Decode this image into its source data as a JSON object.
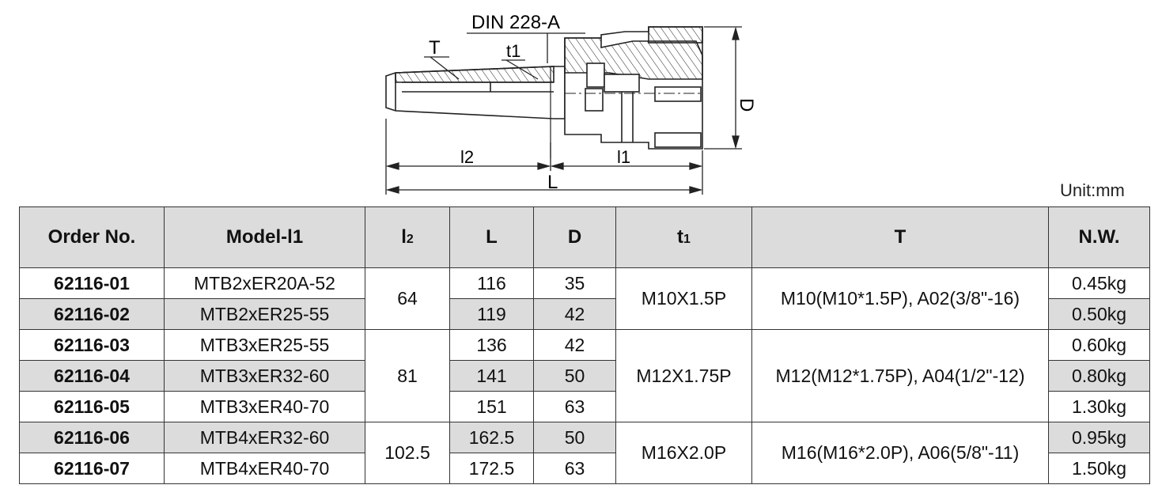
{
  "drawing": {
    "label_din": "DIN 228-A",
    "label_T": "T",
    "label_t1": "t1",
    "label_D": "D",
    "label_l2": "l2",
    "label_l1": "l1",
    "label_L": "L"
  },
  "unit_text": "Unit:mm",
  "table": {
    "headers": {
      "order": "Order No.",
      "model": "Model-l1",
      "l2_main": "l",
      "l2_sub": "2",
      "L": "L",
      "D": "D",
      "t1_main": "t",
      "t1_sub": "1",
      "T": "T",
      "nw": "N.W."
    },
    "rows": [
      {
        "order": "62116-01",
        "model": "MTB2xER20A-52",
        "L": "116",
        "D": "35",
        "nw": "0.45kg"
      },
      {
        "order": "62116-02",
        "model": "MTB2xER25-55",
        "L": "119",
        "D": "42",
        "nw": "0.50kg"
      },
      {
        "order": "62116-03",
        "model": "MTB3xER25-55",
        "L": "136",
        "D": "42",
        "nw": "0.60kg"
      },
      {
        "order": "62116-04",
        "model": "MTB3xER32-60",
        "L": "141",
        "D": "50",
        "nw": "0.80kg"
      },
      {
        "order": "62116-05",
        "model": "MTB3xER40-70",
        "L": "151",
        "D": "63",
        "nw": "1.30kg"
      },
      {
        "order": "62116-06",
        "model": "MTB4xER32-60",
        "L": "162.5",
        "D": "50",
        "nw": "0.95kg"
      },
      {
        "order": "62116-07",
        "model": "MTB4xER40-70",
        "L": "172.5",
        "D": "63",
        "nw": "1.50kg"
      }
    ],
    "groups": [
      {
        "l2": "64",
        "t1": "M10X1.5P",
        "T": "M10(M10*1.5P),   A02(3/8\"-16)"
      },
      {
        "l2": "81",
        "t1": "M12X1.75P",
        "T": "M12(M12*1.75P),  A04(1/2\"-12)"
      },
      {
        "l2": "102.5",
        "t1": "M16X2.0P",
        "T": "M16(M16*2.0P),   A06(5/8\"-11)"
      }
    ]
  }
}
